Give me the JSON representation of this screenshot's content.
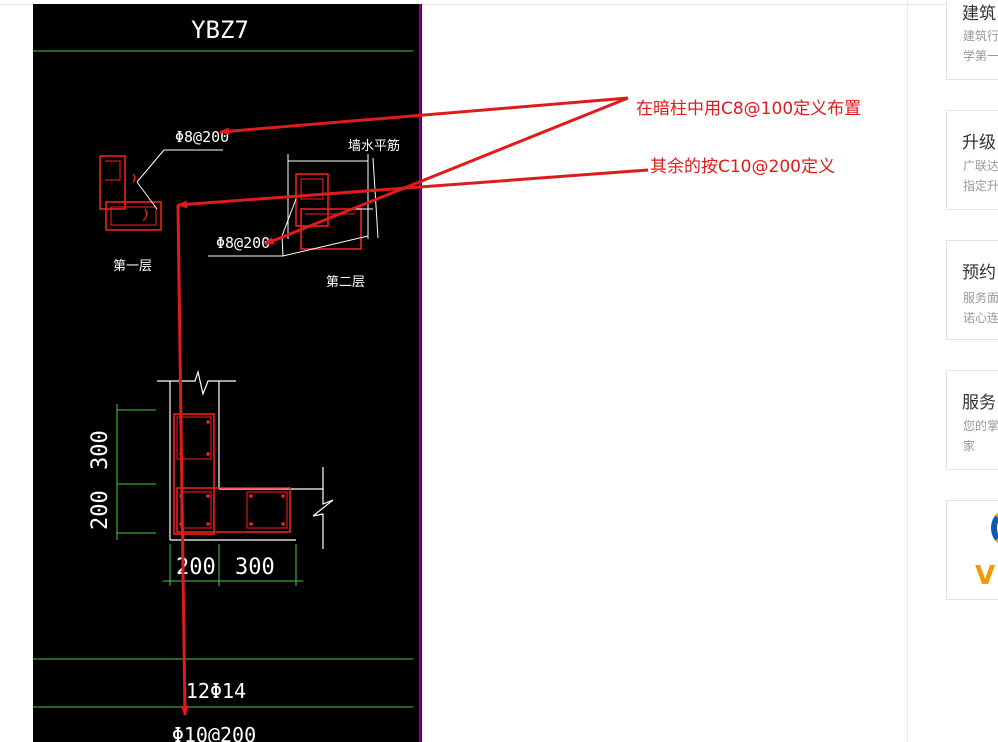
{
  "drawing": {
    "column_id": "YBZ7",
    "stirrup_top": "Φ8@200",
    "stirrup_right": "Φ8@200",
    "label_wall_rebar": "墙水平筋",
    "layer_one": "第一层",
    "layer_two": "第二层",
    "dim_left_300": "300",
    "dim_left_200": "200",
    "dim_bottom_200": "200",
    "dim_bottom_300": "300",
    "longitudinal_rebar": "12Φ14",
    "stirrup_main": "Φ10@200"
  },
  "annotations": {
    "note1": "在暗柱中用C8@100定义布置",
    "note2": "其余的按C10@200定义"
  },
  "sidebar": {
    "cards": [
      {
        "title": "建筑",
        "desc_lines": [
          "建筑行",
          "学第一"
        ]
      },
      {
        "title": "升级",
        "desc_lines": [
          "广联达",
          "指定升"
        ]
      },
      {
        "title": "预约",
        "desc_lines": [
          "服务面",
          "诺心连"
        ]
      },
      {
        "title": "服务",
        "desc_lines": [
          "您的掌",
          "家"
        ]
      }
    ],
    "logo_letter": "V"
  },
  "colors": {
    "cad_background": "#000000",
    "cad_white": "#ffffff",
    "cad_green": "#4cc94c",
    "cad_red": "#ff2020",
    "annotation_red": "#e01b1b",
    "logo_orange": "#f39800",
    "logo_blue": "#0b5bb5"
  }
}
